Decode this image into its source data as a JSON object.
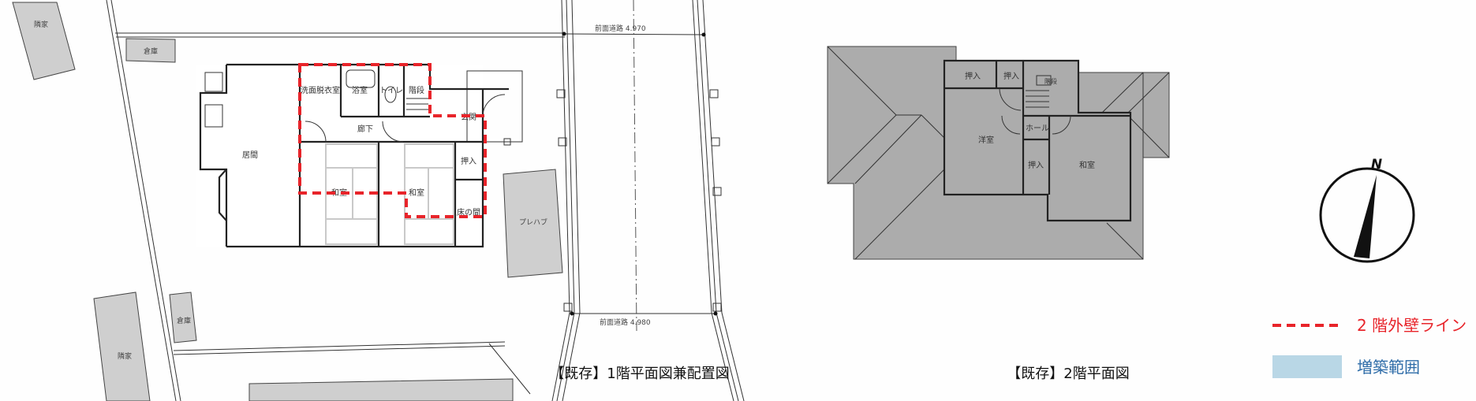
{
  "plan1": {
    "title": "【既存】1階平面図兼配置図",
    "neighbors": [
      "隣家",
      "隣家"
    ],
    "storages": [
      "倉庫",
      "倉庫"
    ],
    "prefab": "プレハブ",
    "road_top": "前面道路 4.970",
    "road_bottom": "前面道路 4.980",
    "rooms": {
      "living": "居間",
      "washroom": "洗面脱衣室",
      "bath": "浴室",
      "toilet": "トイレ",
      "stairs": "階段",
      "hallway": "廊下",
      "washitsu1": "和室",
      "washitsu2": "和室",
      "closet": "押入",
      "tokonoma": "床の間",
      "entrance": "玄関"
    }
  },
  "plan2": {
    "title": "【既存】2階平面図",
    "rooms": {
      "closet1": "押入",
      "closet2": "押入",
      "stairs": "階段",
      "hall": "ホール",
      "youshitsu": "洋室",
      "closet3": "押入",
      "washitsu": "和室"
    }
  },
  "compass": {
    "label": "N"
  },
  "legend": {
    "items": [
      {
        "label": "2 階外壁ライン",
        "color": "#e8242a",
        "type": "dashed-line"
      },
      {
        "label": "増築範囲",
        "color": "#b9d7e6",
        "text_color": "#2e6ca8",
        "type": "swatch"
      }
    ]
  }
}
